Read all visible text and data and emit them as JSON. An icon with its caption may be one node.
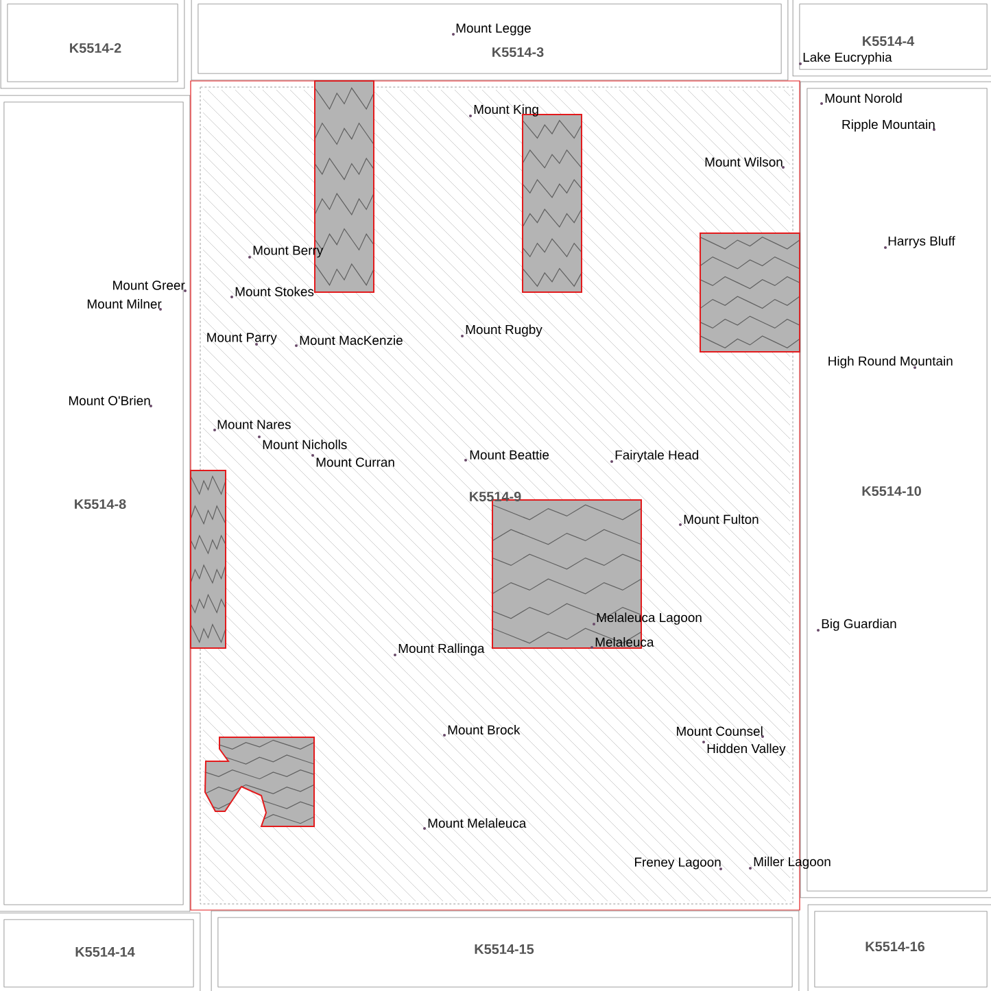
{
  "diagram": {
    "nodes": [
      {
        "text": [
          "K5514-2"
        ]
      },
      {
        "text": [
          "K5514-3"
        ]
      },
      {
        "text": [
          "K5514-4"
        ]
      },
      {
        "text": [
          "K5514-8"
        ]
      },
      {
        "text": [
          "K5514-9"
        ]
      },
      {
        "text": [
          "K5514-10"
        ]
      },
      {
        "text": [
          "K5514-14"
        ]
      },
      {
        "text": [
          "K5514-15"
        ]
      },
      {
        "text": [
          "K5514-16"
        ]
      },
      {
        "text": [],
        "shape": "picture",
        "in": 4
      },
      {
        "text": [],
        "shape": "picture",
        "in": 4
      },
      {
        "text": [],
        "shape": "picture",
        "in": 4
      },
      {
        "text": [],
        "shape": "picture",
        "in": 4
      },
      {
        "text": [],
        "shape": "picture",
        "in": 4
      },
      {
        "text": [],
        "shape": "picture",
        "in": 4
      }
    ],
    "edges": [],
    "labels": [
      "Mount Legge",
      "Lake Eucryphia",
      "Mount Norold",
      "Mount King",
      "Ripple Mountain",
      "Mount Wilson",
      "Harrys Bluff",
      "Mount Berry",
      "Mount Greer",
      "Mount Stokes",
      "Mount Milner",
      "Mount Rugby",
      "Mount Parry",
      "Mount MacKenzie",
      "High Round Mountain",
      "Mount O'Brien",
      "Mount Nares",
      "Mount Nicholls",
      "Mount Beattie",
      "Fairytale Head",
      "Mount Curran",
      "Mount Fulton",
      "Melaleuca Lagoon",
      "Big Guardian",
      "Melaleuca",
      "Mount Rallinga",
      "Mount Brock",
      "Mount Counsel",
      "Hidden Valley",
      "Mount Melaleuca",
      "Freney Lagoon",
      "Miller Lagoon"
    ]
  }
}
